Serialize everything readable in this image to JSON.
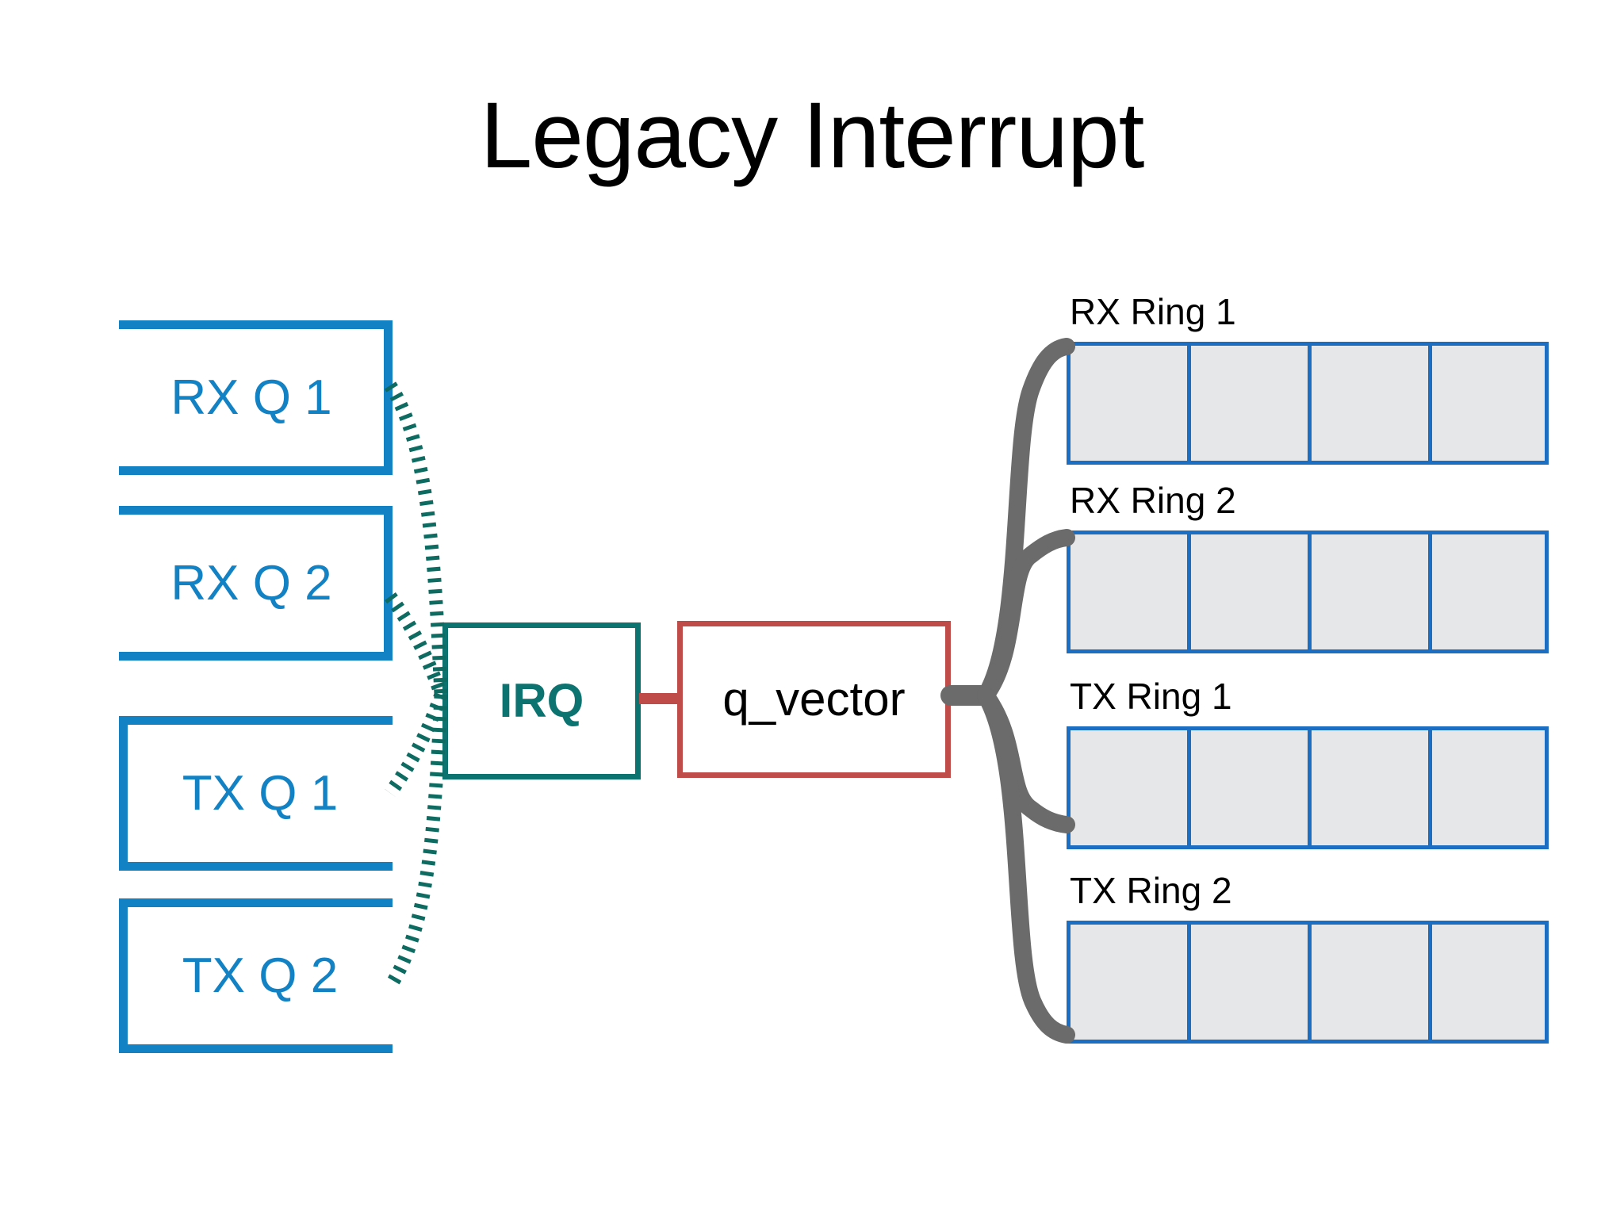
{
  "slide": {
    "title": "Legacy Interrupt",
    "background_color": "#ffffff"
  },
  "colors": {
    "queue_blue": "#1282c5",
    "ring_blue": "#1b6ec2",
    "ring_fill": "#e6e7e8",
    "irq_teal": "#0d7370",
    "qvector_red": "#bf4c49",
    "connector_gray": "#666666",
    "brace_teal": "#0d6b62",
    "text_black": "#000000"
  },
  "queues": [
    {
      "label": "RX Q 1",
      "type": "rx"
    },
    {
      "label": "RX Q 2",
      "type": "rx"
    },
    {
      "label": "TX Q 1",
      "type": "tx"
    },
    {
      "label": "TX Q 2",
      "type": "tx"
    }
  ],
  "irq": {
    "label": "IRQ"
  },
  "q_vector": {
    "label": "q_vector"
  },
  "rings": [
    {
      "label": "RX Ring 1",
      "cells": [
        "",
        "",
        "",
        ""
      ]
    },
    {
      "label": "RX Ring 2",
      "cells": [
        "",
        "",
        "",
        ""
      ]
    },
    {
      "label": "TX Ring 1",
      "cells": [
        "",
        "",
        "",
        ""
      ]
    },
    {
      "label": "TX Ring 2",
      "cells": [
        "",
        "",
        "",
        ""
      ]
    }
  ]
}
